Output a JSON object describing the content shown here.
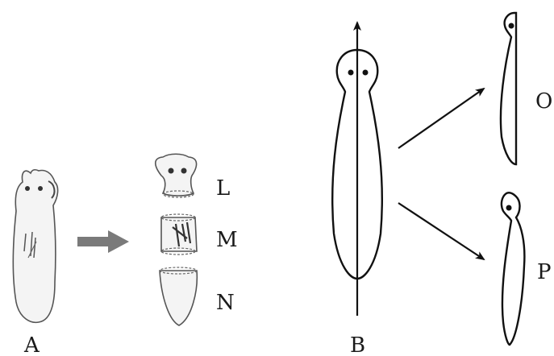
{
  "labels": {
    "worm_a": "A",
    "piece_head": "L",
    "piece_middle": "M",
    "piece_tail": "N",
    "worm_b": "B",
    "half_upper": "O",
    "half_lower": "P"
  }
}
